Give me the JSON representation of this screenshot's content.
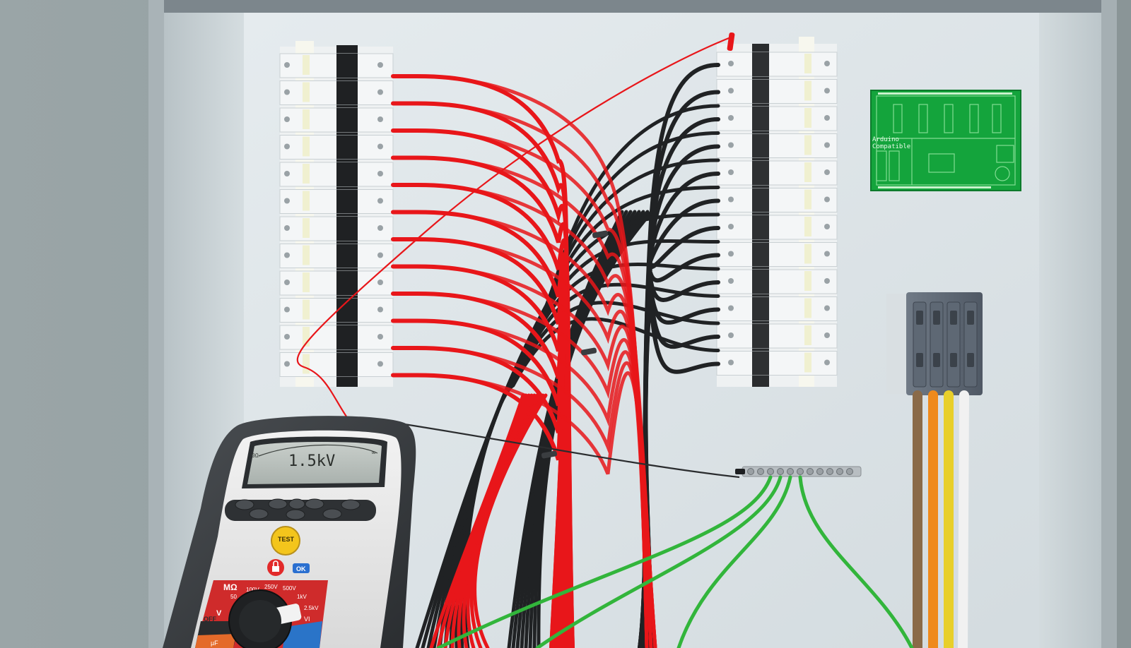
{
  "meter": {
    "reading": "1.5kV",
    "test_label": "TEST",
    "ok_label": "OK",
    "mohm_label": "MΩ",
    "voltage_labels": [
      "100V",
      "250V",
      "500V"
    ],
    "kv_label": "1kV",
    "kv25_label": "2.5kV",
    "off_label": "OFF",
    "v_label": "V",
    "vi_label": "VI",
    "uf_label": "µF",
    "fifty_label": "50",
    "scale_left": "0Ω",
    "scale_right": "∞"
  },
  "pcb": {
    "line1": "Arduino",
    "line2": "Compatible"
  },
  "colors": {
    "red_wire": "#e8161a",
    "black_wire": "#202224",
    "green_wire": "#32b53b",
    "pcb_green": "#14a43c",
    "meter_body": "#3a3d40"
  }
}
